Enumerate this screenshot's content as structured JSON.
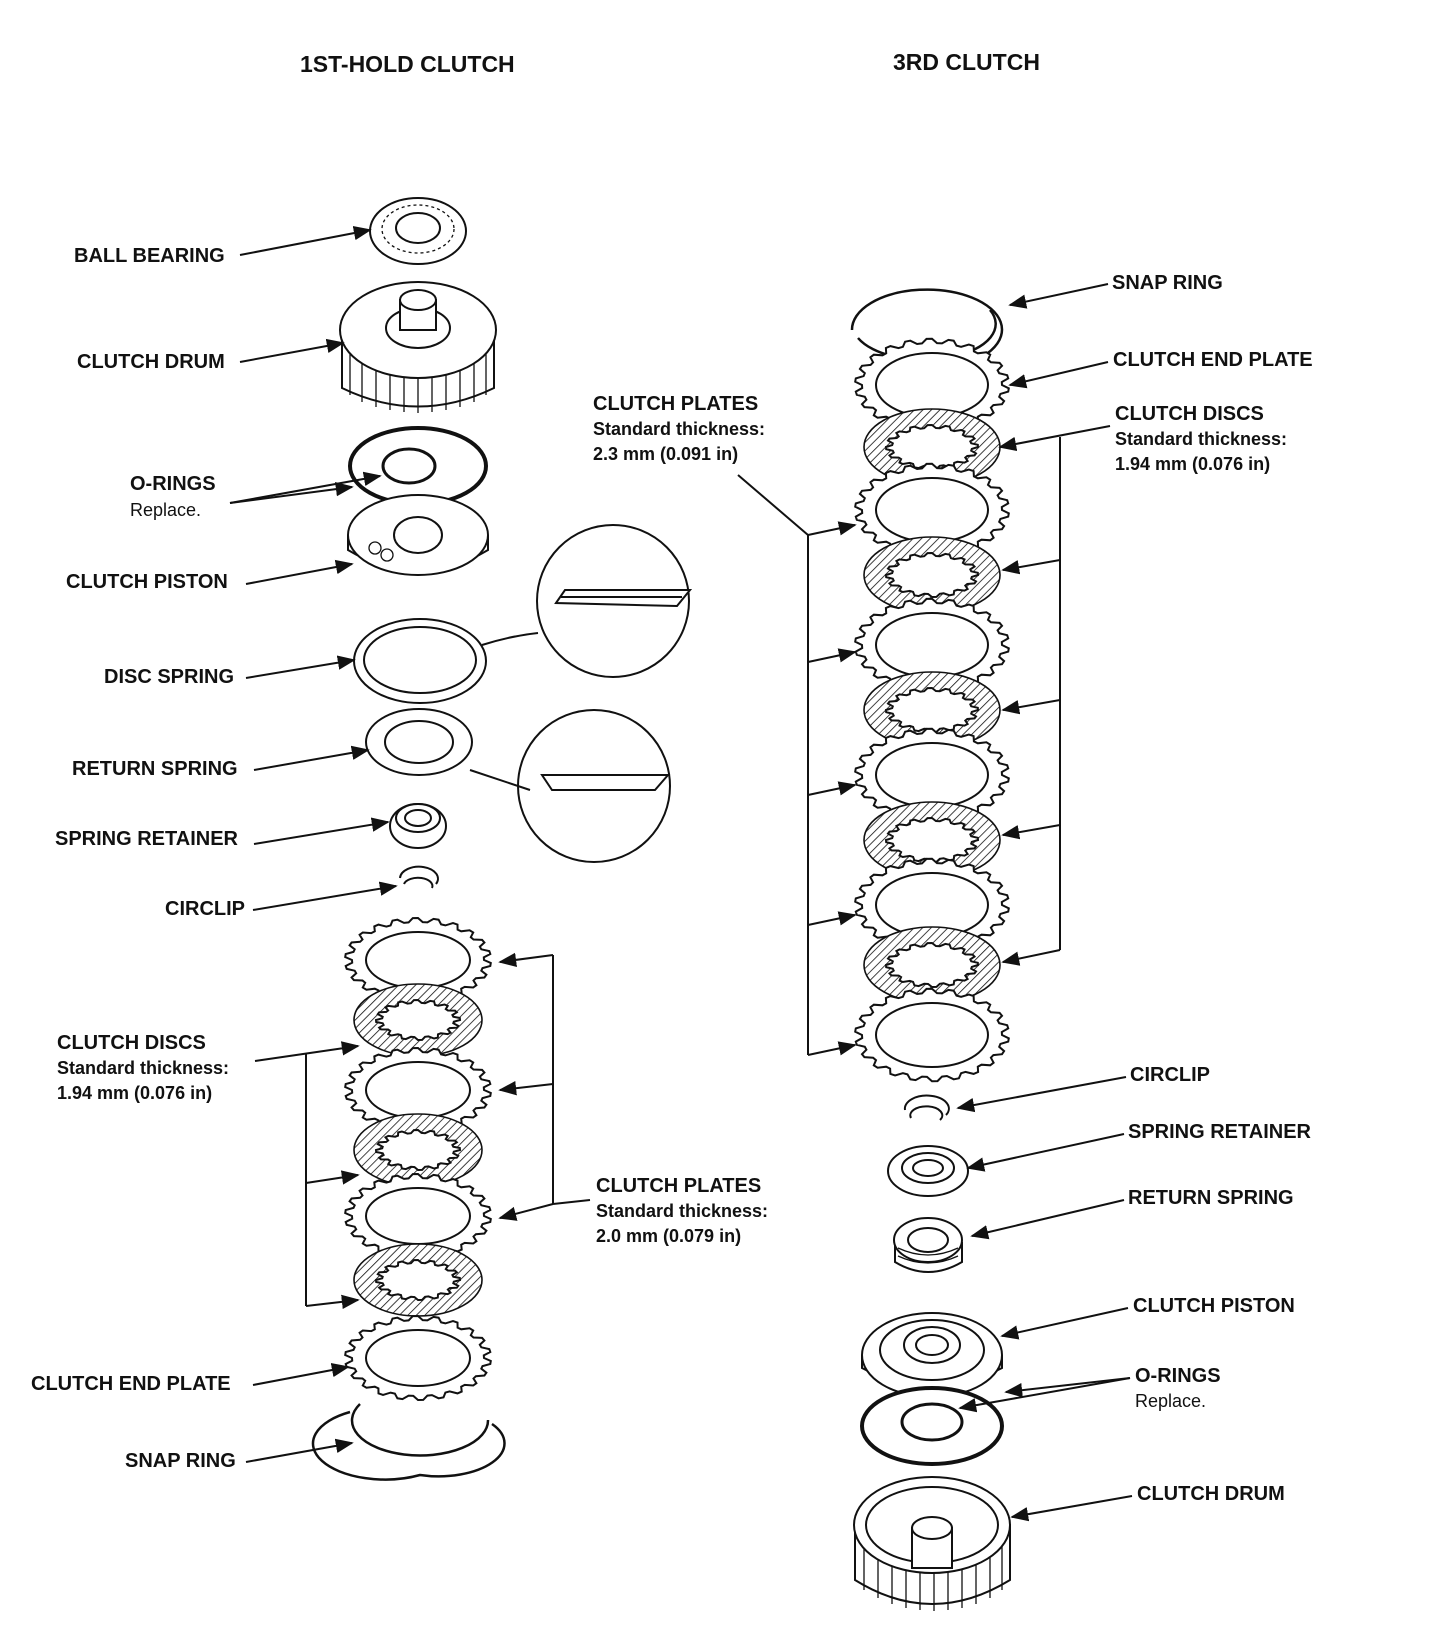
{
  "titles": {
    "left": "1ST-HOLD CLUTCH",
    "right": "3RD CLUTCH"
  },
  "left_labels": {
    "ball_bearing": "BALL BEARING",
    "clutch_drum": "CLUTCH DRUM",
    "o_rings": "O-RINGS",
    "o_rings_note": "Replace.",
    "clutch_piston": "CLUTCH PISTON",
    "disc_spring": "DISC SPRING",
    "return_spring": "RETURN SPRING",
    "spring_retainer": "SPRING RETAINER",
    "circlip": "CIRCLIP",
    "clutch_discs": "CLUTCH DISCS",
    "clutch_discs_std": "Standard thickness:",
    "clutch_discs_value": "1.94 mm (0.076 in)",
    "clutch_plates": "CLUTCH PLATES",
    "clutch_plates_std": "Standard thickness:",
    "clutch_plates_value": "2.0 mm (0.079 in)",
    "clutch_end_plate": "CLUTCH END PLATE",
    "snap_ring": "SNAP RING"
  },
  "right_labels": {
    "clutch_plates": "CLUTCH PLATES",
    "clutch_plates_std": "Standard thickness:",
    "clutch_plates_value": "2.3 mm (0.091 in)",
    "snap_ring": "SNAP RING",
    "clutch_end_plate": "CLUTCH END PLATE",
    "clutch_discs": "CLUTCH DISCS",
    "clutch_discs_std": "Standard thickness:",
    "clutch_discs_value": "1.94 mm (0.076 in)",
    "circlip": "CIRCLIP",
    "spring_retainer": "SPRING RETAINER",
    "return_spring": "RETURN SPRING",
    "clutch_piston": "CLUTCH PISTON",
    "o_rings": "O-RINGS",
    "o_rings_note": "Replace.",
    "clutch_drum": "CLUTCH DRUM"
  }
}
